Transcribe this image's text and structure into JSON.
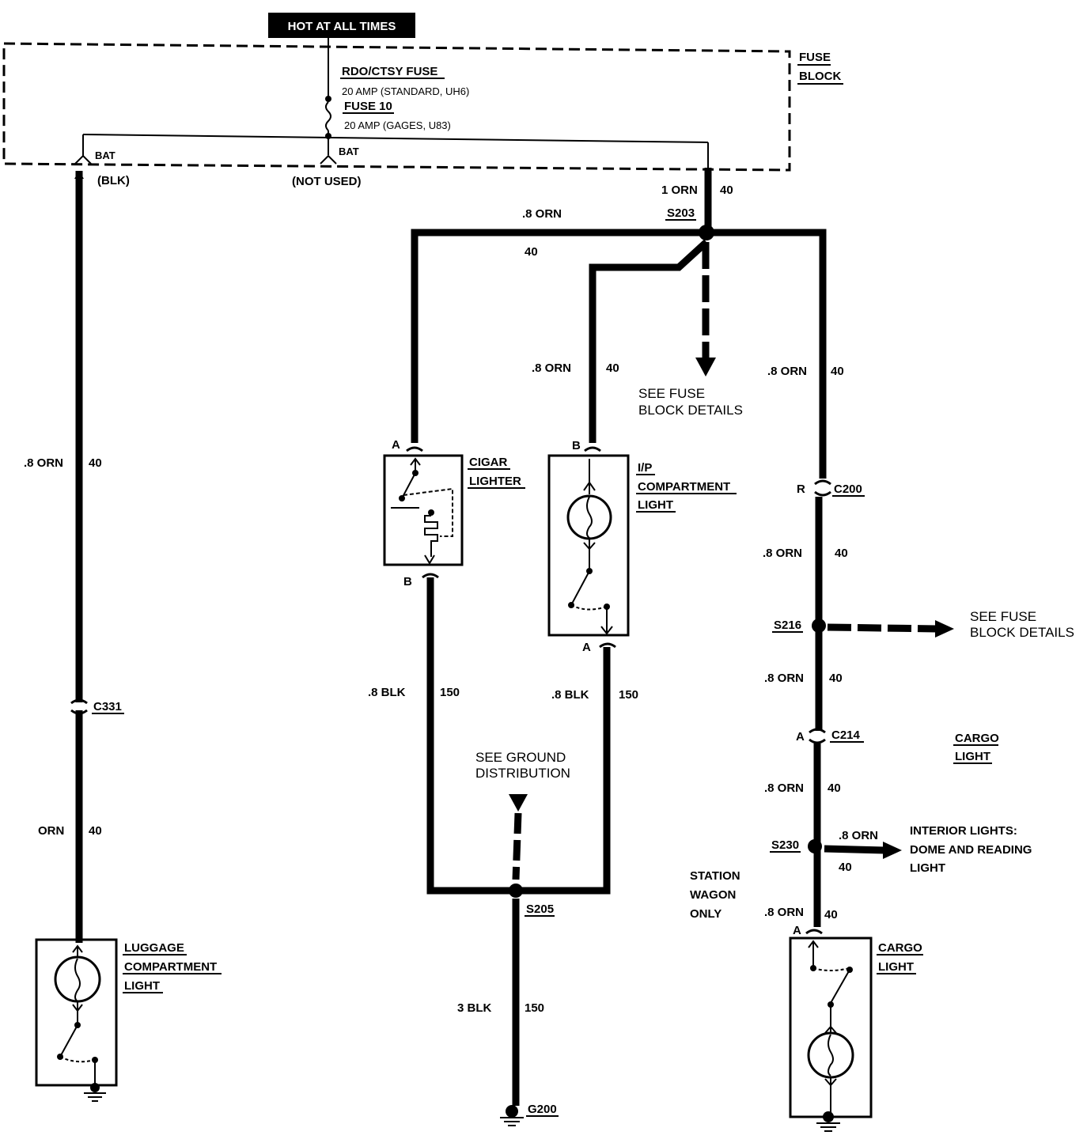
{
  "header": {
    "hot_label": "HOT AT ALL TIMES",
    "fuse_block_line1": "FUSE",
    "fuse_block_line2": "BLOCK",
    "fuse_name_1": "RDO/CTSY FUSE",
    "fuse_rating_1": "20 AMP (STANDARD, UH6)",
    "fuse_name_2": "FUSE 10",
    "fuse_rating_2": "20 AMP (GAGES, U83)",
    "bat_left": "BAT",
    "bat_right": "BAT",
    "blk_label": "(BLK)",
    "not_used_label": "(NOT USED)"
  },
  "wires": {
    "main_feed_gauge": "1 ORN",
    "main_feed_circuit": "40",
    "top_left_gauge": ".8 ORN",
    "top_left_circuit": "40",
    "ip_feed_gauge": ".8 ORN",
    "ip_feed_circuit": "40",
    "right_feed_gauge": ".8 ORN",
    "right_feed_circuit": "40",
    "luggage_upper_gauge": ".8 ORN",
    "luggage_upper_circuit": "40",
    "luggage_lower_gauge": "ORN",
    "luggage_lower_circuit": "40",
    "cigar_ground_gauge": ".8 BLK",
    "cigar_ground_circuit": "150",
    "ip_ground_gauge": ".8 BLK",
    "ip_ground_circuit": "150",
    "main_ground_gauge": "3 BLK",
    "main_ground_circuit": "150",
    "c200_s216_gauge": ".8 ORN",
    "c200_s216_circuit": "40",
    "s216_c214_gauge": ".8 ORN",
    "s216_c214_circuit": "40",
    "c214_s230_gauge": ".8 ORN",
    "c214_s230_circuit": "40",
    "s230_branch_gauge": ".8 ORN",
    "s230_branch_circuit": "40",
    "cargo_feed_gauge": ".8 ORN",
    "cargo_feed_circuit": "40"
  },
  "splices": {
    "s203": "S203",
    "s205": "S205",
    "s216": "S216",
    "s230": "S230"
  },
  "connectors": {
    "c331": "C331",
    "c200": "C200",
    "c200_pin": "R",
    "c214": "C214",
    "c214_pin": "A",
    "cigar_pin_top": "A",
    "cigar_pin_bottom": "B",
    "ip_pin_top": "B",
    "ip_pin_bottom": "A",
    "cargo_pin_top": "A",
    "ground_g200": "G200"
  },
  "components": {
    "cigar_line1": "CIGAR",
    "cigar_line2": "LIGHTER",
    "ip_line1": "I/P",
    "ip_line2": "COMPARTMENT",
    "ip_line3": "LIGHT",
    "luggage_line1": "LUGGAGE",
    "luggage_line2": "COMPARTMENT",
    "luggage_line3": "LIGHT",
    "cargo_line1": "CARGO",
    "cargo_line2": "LIGHT",
    "cargo_side_line1": "CARGO",
    "cargo_side_line2": "LIGHT"
  },
  "notes": {
    "see_fuse_1_line1": "SEE FUSE",
    "see_fuse_1_line2": "BLOCK DETAILS",
    "see_fuse_2_line1": "SEE FUSE",
    "see_fuse_2_line2": "BLOCK DETAILS",
    "see_ground_line1": "SEE GROUND",
    "see_ground_line2": "DISTRIBUTION",
    "interior_line1": "INTERIOR LIGHTS:",
    "interior_line2": "DOME AND READING",
    "interior_line3": "LIGHT",
    "wagon_line1": "STATION",
    "wagon_line2": "WAGON",
    "wagon_line3": "ONLY"
  }
}
